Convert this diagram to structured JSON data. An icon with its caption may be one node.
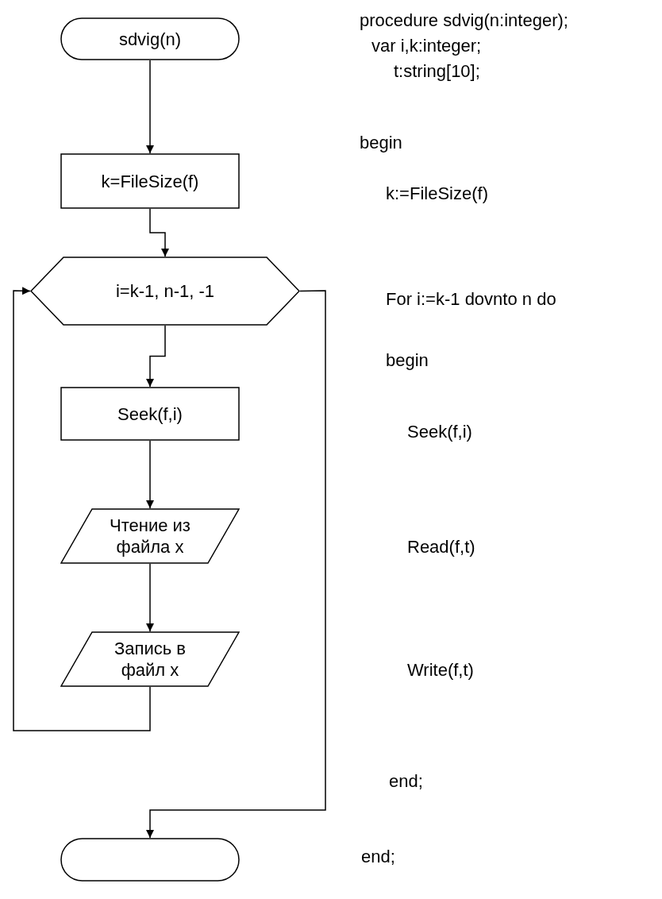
{
  "diagram": {
    "nodes": [
      {
        "text": [
          "sdvig(n)"
        ]
      },
      {
        "text": [
          "k=FileSize(f)"
        ]
      },
      {
        "text": [
          "i=k-1, n-1, -1"
        ]
      },
      {
        "text": [
          "Seek(f,i)"
        ]
      },
      {
        "text": [
          "Чтение из файла x"
        ]
      },
      {
        "text": [
          "Запись в файл x"
        ]
      },
      {
        "text": [],
        "shape": "oval"
      }
    ],
    "edges": [
      {
        "from": 0,
        "to": 1,
        "arrow": "to"
      },
      {
        "from": 1,
        "to": 2,
        "arrow": "to"
      },
      {
        "from": 2,
        "to": 3,
        "arrow": "to"
      },
      {
        "from": 3,
        "to": 4,
        "arrow": "to"
      },
      {
        "from": 4,
        "to": 5,
        "arrow": "to"
      },
      {
        "from": 5,
        "to": 2,
        "arrow": "to"
      },
      {
        "from": 2,
        "to": 6,
        "arrow": "to"
      }
    ],
    "labels": [
      "procedure sdvig(n:integer);",
      "var i,k:integer;",
      "t:string[10];",
      "begin",
      "k:=FileSize(f)",
      "For i:=k-1 dovnto n do",
      "begin",
      "Seek(f,i)",
      "Read(f,t)",
      "Write(f,t)",
      "end;",
      "end;"
    ]
  }
}
